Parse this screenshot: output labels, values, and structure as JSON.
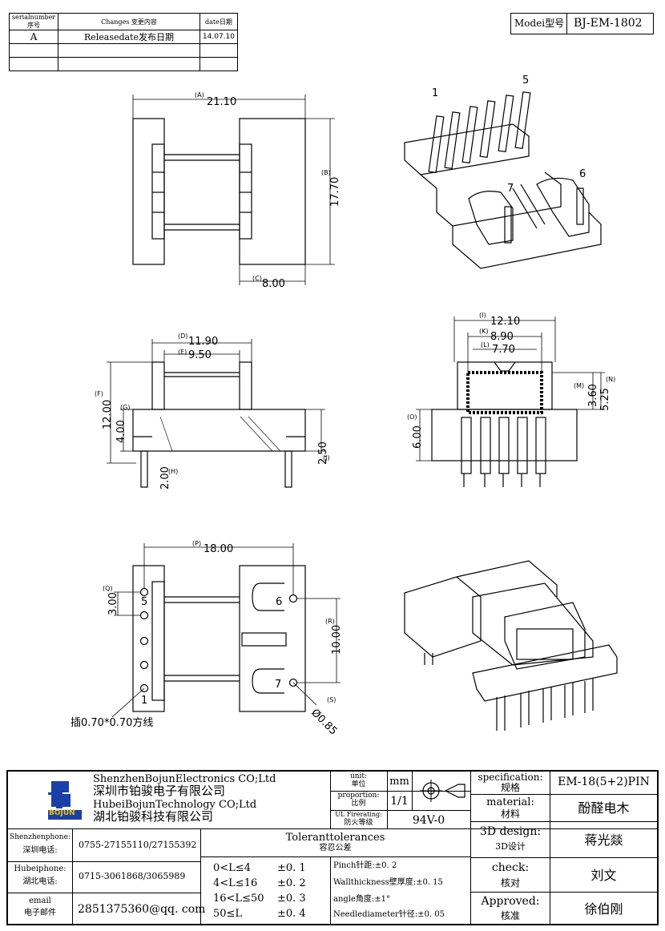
{
  "revision_table": {
    "headers": {
      "serial": "serialnumber序号",
      "changes": "Changes 变更内容",
      "date": "date日期"
    },
    "rows": [
      {
        "serial": "A",
        "changes": "Releasedate发布日期",
        "date": "14.07.10"
      },
      {
        "serial": "",
        "changes": "",
        "date": ""
      },
      {
        "serial": "",
        "changes": "",
        "date": ""
      }
    ]
  },
  "model": {
    "label": "Modei型号",
    "value": "BJ-EM-1802"
  },
  "drawing": {
    "dims": {
      "A_label": "(A)",
      "A": "21.10",
      "B_label": "(B)",
      "B": "17.70",
      "C_label": "(C)",
      "C": "8.00",
      "D_label": "(D)",
      "D": "11.90",
      "E_label": "(E)",
      "E": "9.50",
      "F_label": "(F)",
      "F": "12.00",
      "G_label": "(G)",
      "G": "4.00",
      "H_label": "(H)",
      "H": "2.00",
      "J_label": "(J)",
      "J": "2.50",
      "I_label": "(I)",
      "I": "12.10",
      "K_label": "(K)",
      "K": "8.90",
      "L_label": "(L)",
      "L": "7.70",
      "M_label": "(M)",
      "M": "3.60",
      "N_label": "(N)",
      "N": "5.25",
      "O_label": "(O)",
      "O": "6.00",
      "P_label": "(P)",
      "P": "18.00",
      "Q_label": "(Q)",
      "Q": "3.00",
      "R_label": "(R)",
      "R": "10.00",
      "S_label": "(S)",
      "S": "Ø0.85"
    },
    "pins": {
      "p1": "1",
      "p5": "5",
      "p6": "6",
      "p7": "7"
    },
    "wire_note": "插0.70*0.70方线"
  },
  "company": {
    "logo_text": "BOJUN",
    "name_en_1": "ShenzhenBojunElectronics CO;Ltd",
    "name_cn_1": "深圳市铂骏电子有限公司",
    "name_en_2": "HubeiBojunTechnology CO;Ltd",
    "name_cn_2": "湖北铂骏科技有限公司"
  },
  "unit": {
    "label_en": "unit:",
    "label_cn": "单位",
    "value": "mm"
  },
  "proportion": {
    "label_en": "proportion:",
    "label_cn": "比例",
    "value": "1/1"
  },
  "ul": {
    "label_en": "UL Firerating:",
    "label_cn": "防火等级",
    "value": "94V-0"
  },
  "spec": {
    "label_en": "specification:",
    "label_cn": "规格",
    "value": "EM-18(5+2)PIN"
  },
  "material": {
    "label_en": "material:",
    "label_cn": "材料",
    "value": "酚醛电木"
  },
  "design3d": {
    "label_en": "3D design:",
    "label_cn": "3D设计",
    "value": "蒋光燚"
  },
  "check": {
    "label_en": "check:",
    "label_cn": "核对",
    "value": "刘文"
  },
  "approved": {
    "label_en": "Approved:",
    "label_cn": "核准",
    "value": "徐伯刚"
  },
  "contacts": {
    "shenzhen_label_en": "Shenzhenphone:",
    "shenzhen_label_cn": "深圳电话:",
    "shenzhen_value": "0755-27155110/27155392",
    "hubei_label_en": "Hubeiphone:",
    "hubei_label_cn": "湖北电话:",
    "hubei_value": "0715-3061868/3065989",
    "email_label_en": "email",
    "email_label_cn": "电子邮件",
    "email_value": "2851375360@qq. com"
  },
  "tolerances": {
    "title_en": "Toleranttolerances",
    "title_cn": "容忍公差",
    "rows": [
      {
        "range": "0<L≤4",
        "tol": "±0. 1"
      },
      {
        "range": "4<L≤16",
        "tol": "±0. 2"
      },
      {
        "range": "16<L≤50",
        "tol": "±0. 3"
      },
      {
        "range": "50≤L",
        "tol": "±0. 4"
      }
    ],
    "notes": [
      "Pinch针距:±0. 2",
      "Wallthickness壁厚度:±0. 15",
      "angle角度:±1°",
      "Needlediameter针径:±0. 05"
    ]
  }
}
